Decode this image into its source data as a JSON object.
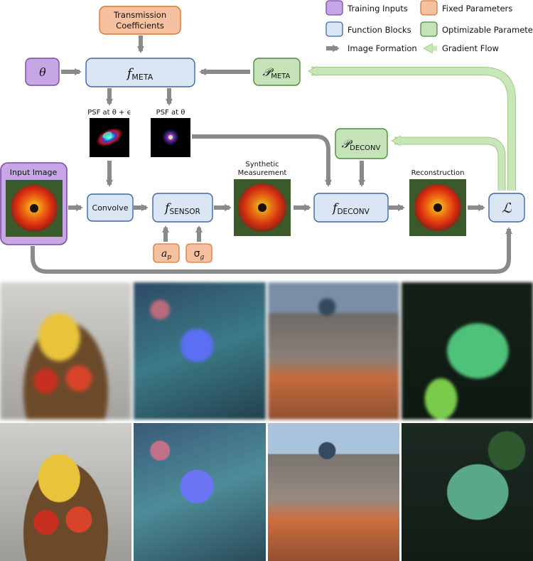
{
  "legend": {
    "training_inputs": "Training Inputs",
    "fixed_parameters": "Fixed Parameters",
    "function_blocks": "Function Blocks",
    "optimizable_parameters": "Optimizable Parameters",
    "image_formation": "Image Formation",
    "gradient_flow": "Gradient Flow"
  },
  "blocks": {
    "transmission": [
      "Transmission",
      "Coefficients"
    ],
    "theta": "θ",
    "f_meta": {
      "f": "f",
      "sub": "META"
    },
    "p_meta": {
      "p": "𝒫",
      "sub": "META"
    },
    "psf_eps": "PSF at θ + ϵ",
    "psf": "PSF at θ",
    "input_image": "Input Image",
    "convolve": "Convolve",
    "f_sensor": {
      "f": "f",
      "sub": "SENSOR"
    },
    "synthetic": [
      "Synthetic",
      "Measurement"
    ],
    "p_deconv": {
      "p": "𝒫",
      "sub": "DECONV"
    },
    "f_deconv": {
      "f": "f",
      "sub": "DECONV"
    },
    "reconstruction": "Reconstruction",
    "loss": "ℒ",
    "a_p": {
      "v": "a",
      "sub": "p"
    },
    "sigma_g": {
      "v": "σ",
      "sub": "g"
    }
  },
  "colors": {
    "training": "#c7a6e6",
    "training_border": "#7c4aa8",
    "fixed": "#f6c19f",
    "fixed_border": "#d9773d",
    "function": "#dbe6f5",
    "function_border": "#3d67a3",
    "optim": "#c5e2b8",
    "optim_border": "#4d8a3c",
    "arrow": "#8a8a8a",
    "gradient": "#c9e6b9"
  },
  "photos_row1": [
    "fruit-bowl",
    "blue-flower",
    "city-rooftops",
    "chameleon"
  ],
  "photos_row2": [
    "fruit-bowl",
    "blue-flower",
    "city-rooftops",
    "chameleon"
  ]
}
